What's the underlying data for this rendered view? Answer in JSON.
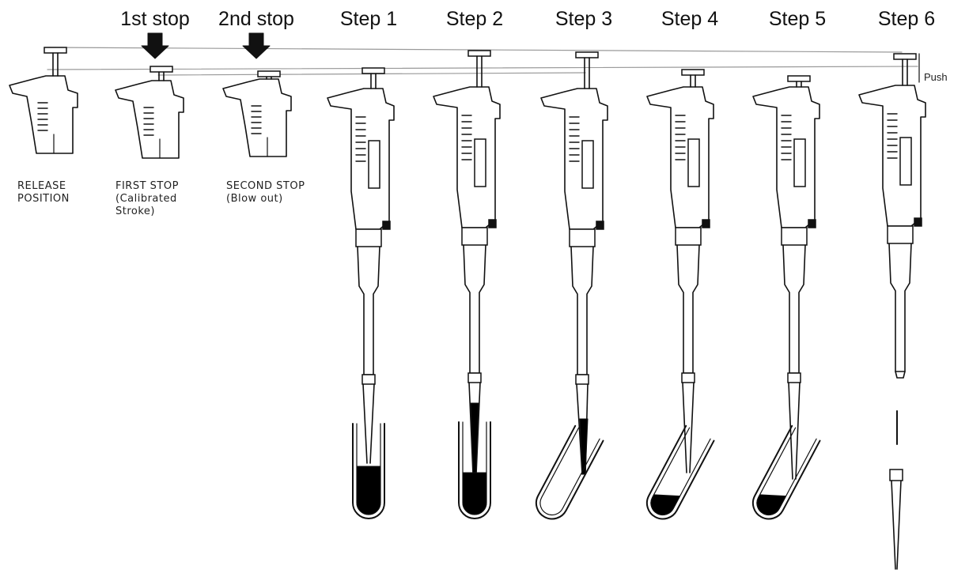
{
  "diagram": {
    "headings": {
      "first_stop": "1st stop",
      "second_stop": "2nd stop",
      "steps": [
        "Step 1",
        "Step 2",
        "Step 3",
        "Step 4",
        "Step 5",
        "Step 6"
      ]
    },
    "captions": {
      "release": [
        "RELEASE",
        "POSITION"
      ],
      "first_stop": [
        "FIRST STOP",
        "(Calibrated",
        "Stroke)"
      ],
      "second_stop": [
        "SECOND STOP",
        "(Blow out)"
      ]
    },
    "push_label": "Push",
    "colors": {
      "ink": "#111111",
      "liquid": "#000000",
      "guide": "#999999"
    }
  }
}
